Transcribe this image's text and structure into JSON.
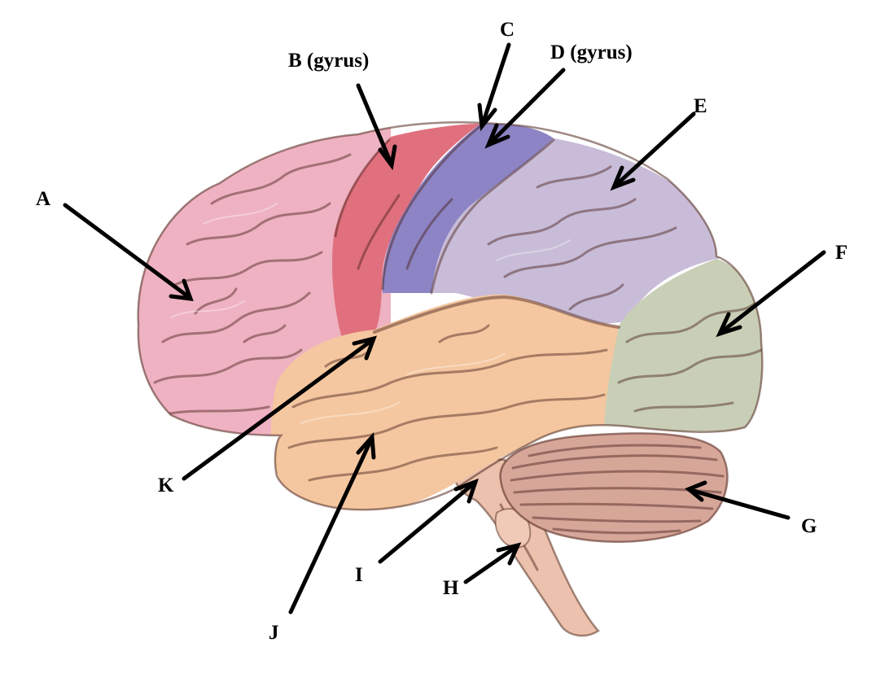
{
  "labels": {
    "A": "A",
    "B": "B (gyrus)",
    "C": "C",
    "D": "D (gyrus)",
    "E": "E",
    "F": "F",
    "G": "G",
    "H": "H",
    "I": "I",
    "J": "J",
    "K": "K"
  },
  "colors": {
    "frontal": "#eeb2c2",
    "precentral": "#e0707e",
    "postcentral": "#8c84c4",
    "parietal": "#c8bcd8",
    "occipital": "#c9cfb6",
    "temporal": "#f4c7a0",
    "cerebellum": "#d6a699",
    "brainstem": "#ecc2ae"
  }
}
